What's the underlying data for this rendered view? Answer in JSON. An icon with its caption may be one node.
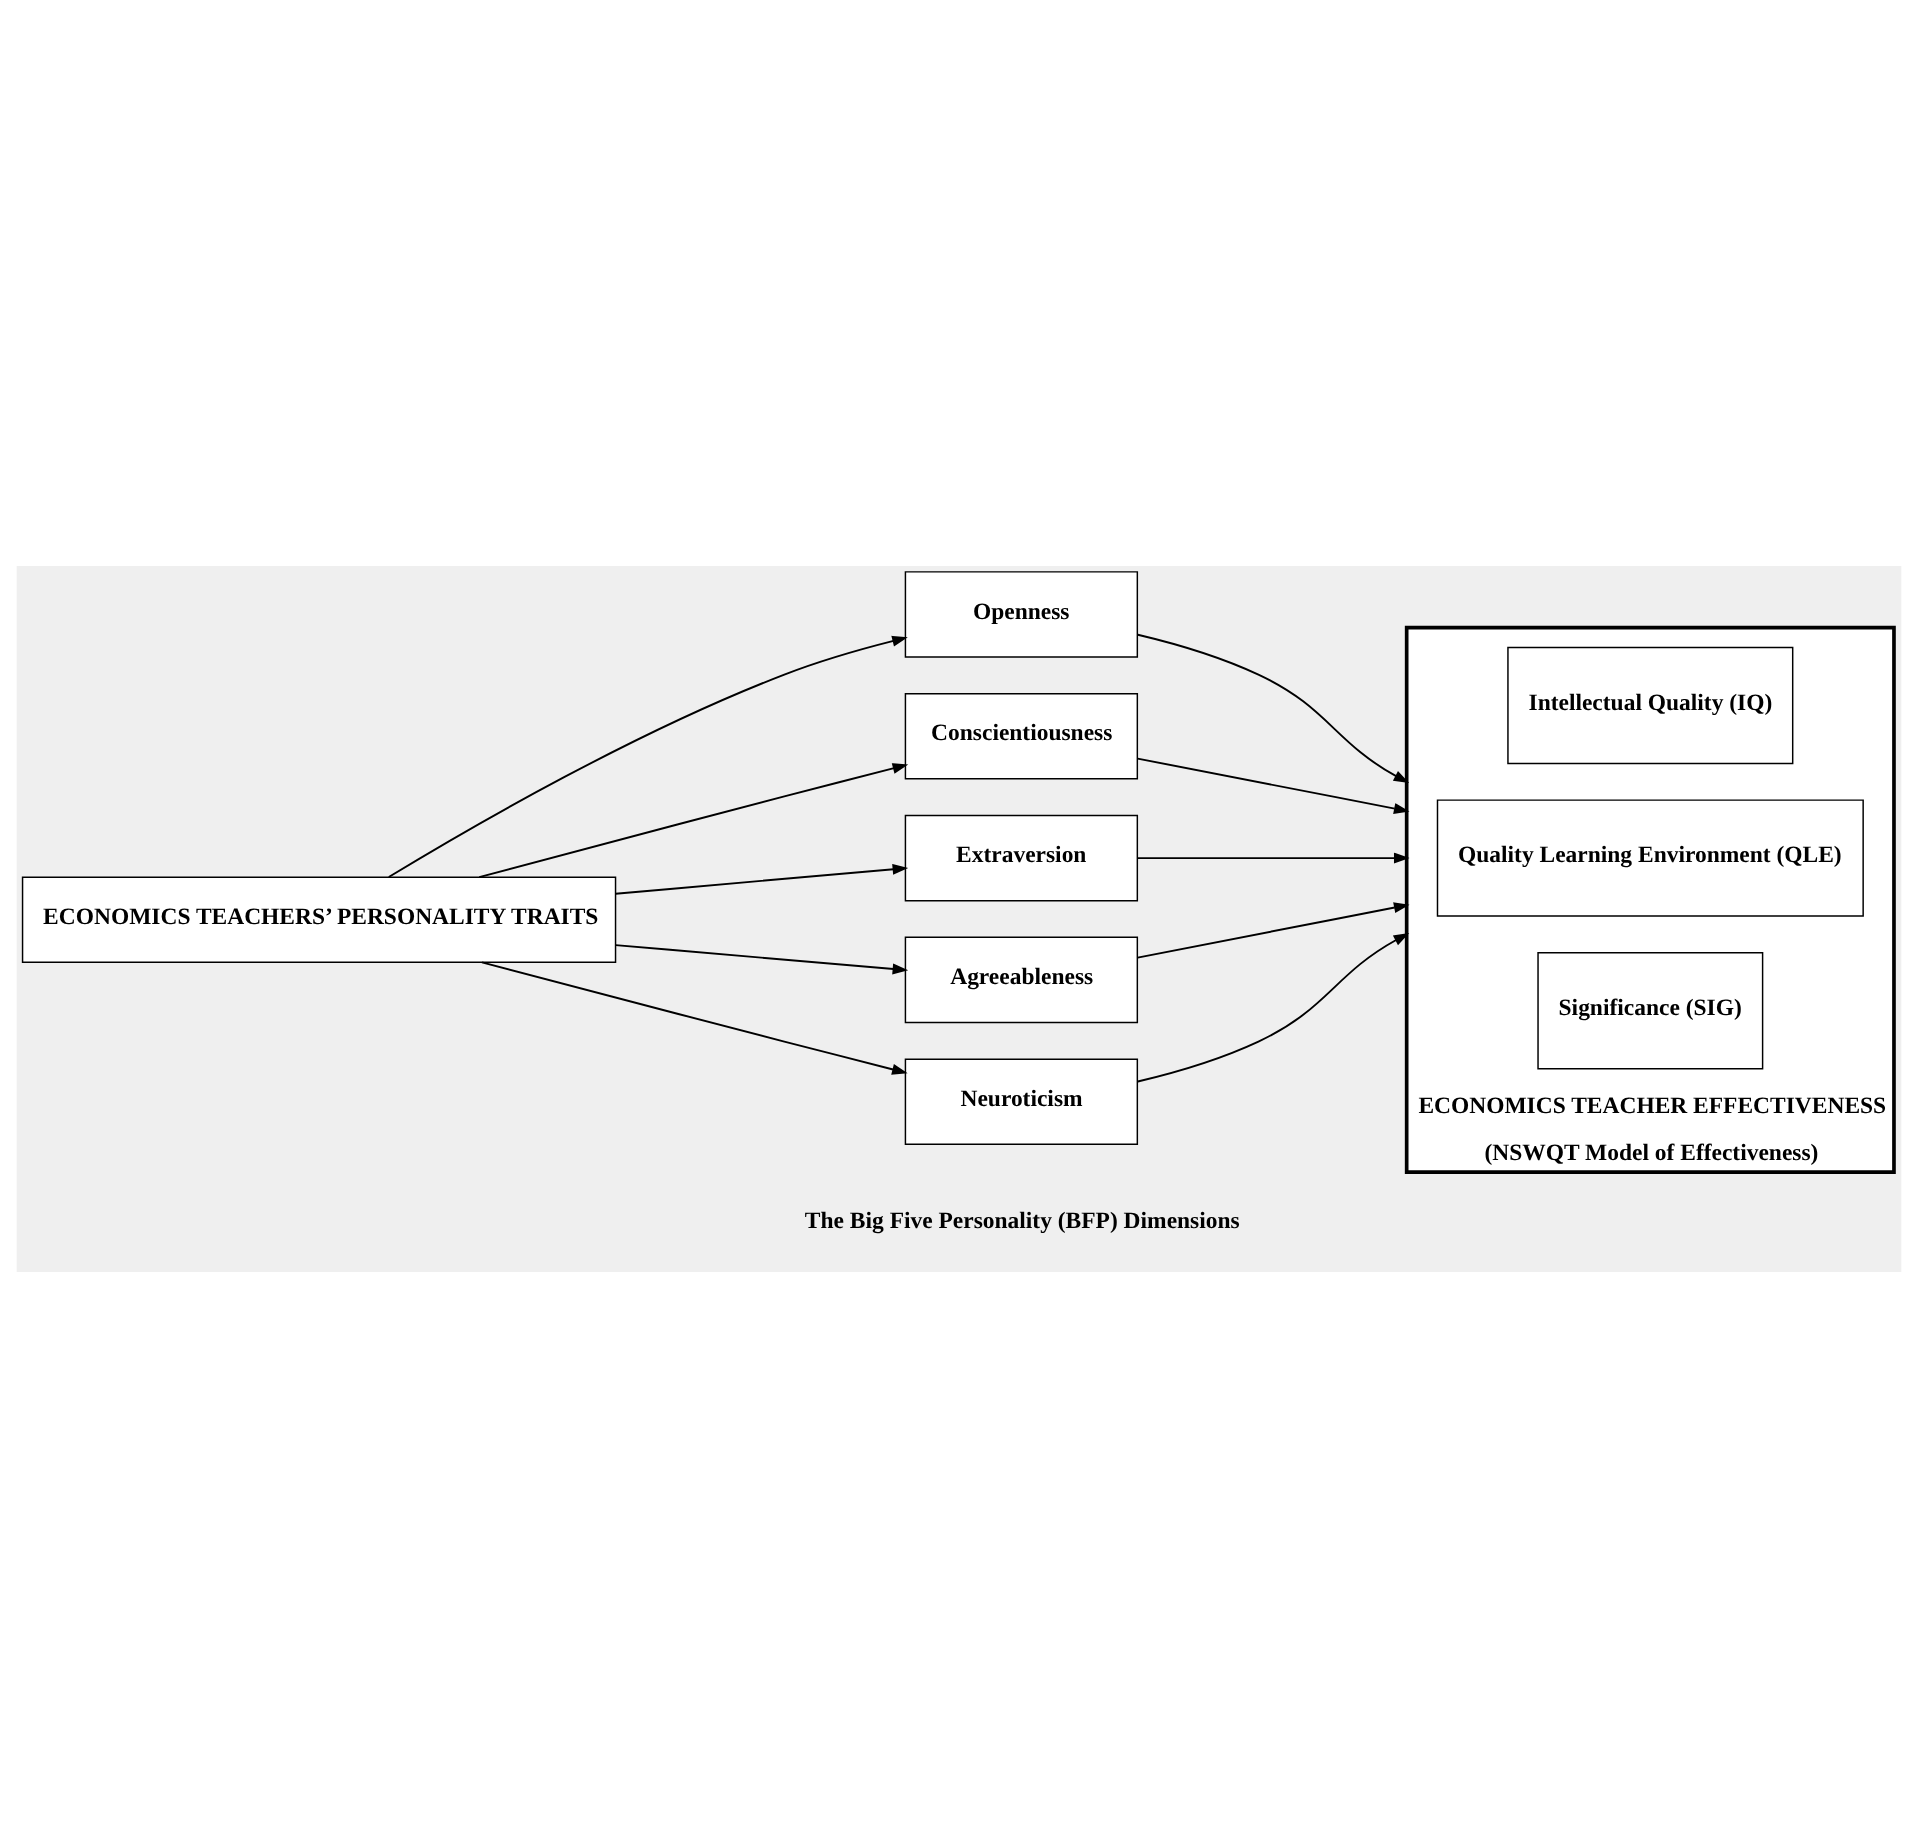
{
  "diagram": {
    "nodes": [
      {
        "text": [
          "ECONOMICS TEACHERS’ PERSONALITY TRAITS"
        ]
      },
      {
        "text": [
          "Openness"
        ]
      },
      {
        "text": [
          "Conscientiousness"
        ]
      },
      {
        "text": [
          "Extraversion"
        ]
      },
      {
        "text": [
          "Agreeableness"
        ]
      },
      {
        "text": [
          "Neuroticism"
        ]
      },
      {
        "text": [
          "ECONOMICS TEACHER EFFECTIVENESS",
          "(NSWQT Model of Effectiveness)"
        ]
      },
      {
        "text": [
          "Intellectual Quality (IQ)"
        ],
        "in": 6
      },
      {
        "text": [
          "Quality Learning Environment (QLE)"
        ],
        "in": 6
      },
      {
        "text": [
          "Significance (SIG)"
        ],
        "in": 6
      }
    ],
    "edges": [
      {
        "from": 0,
        "to": 1,
        "arrow": "to"
      },
      {
        "from": 0,
        "to": 2,
        "arrow": "to"
      },
      {
        "from": 0,
        "to": 3,
        "arrow": "to"
      },
      {
        "from": 0,
        "to": 4,
        "arrow": "to"
      },
      {
        "from": 0,
        "to": 5,
        "arrow": "to"
      },
      {
        "from": 1,
        "to": 6,
        "arrow": "to"
      },
      {
        "from": 2,
        "to": 6,
        "arrow": "to"
      },
      {
        "from": 3,
        "to": 6,
        "arrow": "to"
      },
      {
        "from": 4,
        "to": 6,
        "arrow": "to"
      },
      {
        "from": 5,
        "to": 6,
        "arrow": "to"
      }
    ],
    "labels": [
      "The Big Five Personality (BFP) Dimensions"
    ]
  }
}
